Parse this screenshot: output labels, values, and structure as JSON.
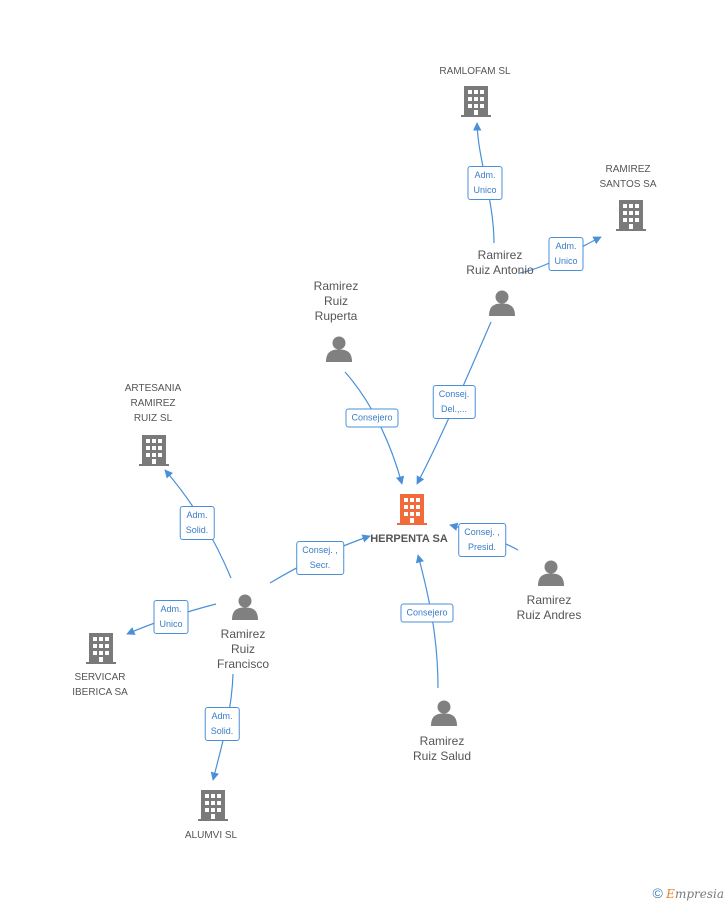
{
  "colors": {
    "edge": "#4a90d9",
    "company": "#7a7a7a",
    "main_company": "#f26b3a",
    "person": "#808080"
  },
  "nodes": {
    "herpenta": {
      "label": "HERPENTA SA",
      "kind": "main"
    },
    "ramlofam": {
      "label": "RAMLOFAM SL",
      "kind": "company"
    },
    "ramirez_santos": {
      "line1": "RAMIREZ",
      "line2": "SANTOS SA",
      "kind": "company"
    },
    "artesania": {
      "line1": "ARTESANIA",
      "line2": "RAMIREZ",
      "line3": "RUIZ SL",
      "kind": "company"
    },
    "servicar": {
      "line1": "SERVICAR",
      "line2": "IBERICA SA",
      "kind": "company"
    },
    "alumvi": {
      "label": "ALUMVI SL",
      "kind": "company"
    },
    "ruiz_antonio": {
      "line1": "Ramirez",
      "line2": "Ruiz Antonio",
      "kind": "person"
    },
    "ruiz_ruperta": {
      "line1": "Ramirez",
      "line2": "Ruiz",
      "line3": "Ruperta",
      "kind": "person"
    },
    "ruiz_francisco": {
      "line1": "Ramirez",
      "line2": "Ruiz",
      "line3": "Francisco",
      "kind": "person"
    },
    "ruiz_andres": {
      "line1": "Ramirez",
      "line2": "Ruiz Andres",
      "kind": "person"
    },
    "ruiz_salud": {
      "line1": "Ramirez",
      "line2": "Ruiz Salud",
      "kind": "person"
    }
  },
  "edges": {
    "antonio_ramlofam": {
      "line1": "Adm.",
      "line2": "Unico"
    },
    "antonio_santos": {
      "line1": "Adm.",
      "line2": "Unico"
    },
    "antonio_herpenta": {
      "line1": "Consej.",
      "line2": "Del.,..."
    },
    "ruperta_herpenta": {
      "line1": "Consejero"
    },
    "francisco_artesania": {
      "line1": "Adm.",
      "line2": "Solid."
    },
    "francisco_herpenta": {
      "line1": "Consej. ,",
      "line2": "Secr."
    },
    "francisco_servicar": {
      "line1": "Adm.",
      "line2": "Unico"
    },
    "francisco_alumvi": {
      "line1": "Adm.",
      "line2": "Solid."
    },
    "andres_herpenta": {
      "line1": "Consej. ,",
      "line2": "Presid."
    },
    "salud_herpenta": {
      "line1": "Consejero"
    }
  },
  "footer": {
    "copyright": "©",
    "brand_first": "E",
    "brand_rest": "mpresia"
  }
}
